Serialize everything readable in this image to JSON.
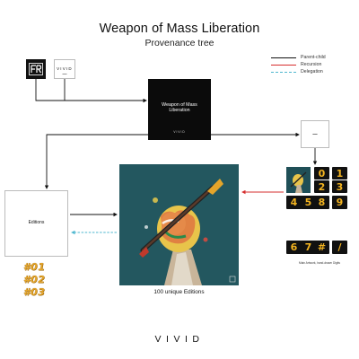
{
  "header": {
    "title": "Weapon of Mass Liberation",
    "subtitle": "Provenance tree"
  },
  "legend": {
    "items": [
      {
        "label": "Parent-child",
        "color": "#111111",
        "style": "solid"
      },
      {
        "label": "Recursion",
        "color": "#d62d2d",
        "style": "solid"
      },
      {
        "label": "Delegation",
        "color": "#4fb7cf",
        "style": "dashed"
      }
    ]
  },
  "sources": {
    "logo_black_mark": "FR",
    "logo_white_text": "VIVID"
  },
  "center_card": {
    "title": "Weapon of Mass Liberation",
    "footer": "VIVID"
  },
  "editions_box": {
    "label": "Editions"
  },
  "artwork": {
    "caption": "100 unique Editions"
  },
  "edition_numbers": [
    "#01",
    "#02",
    "#03"
  ],
  "digit_grid": {
    "tiles": [
      "0",
      "1",
      "2",
      "3",
      "4",
      "5",
      "8",
      "9",
      "6",
      "7",
      "#",
      "/"
    ],
    "caption": "Main Artwork, hand-drawn Digits"
  },
  "footer": {
    "brand": "VIVID"
  }
}
